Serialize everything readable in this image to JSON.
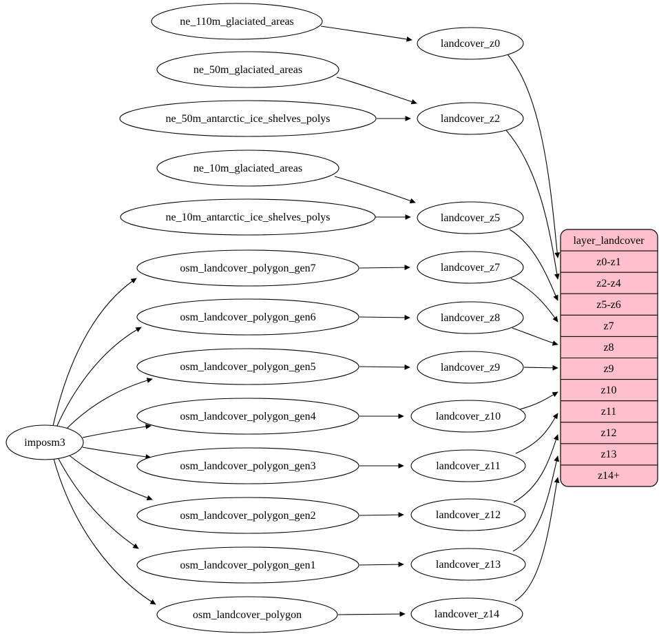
{
  "diagram": {
    "type": "dependency-graph",
    "colors": {
      "background": "#ffffff",
      "node_fill": "#ffffff",
      "node_stroke": "#000000",
      "edge_color": "#000000",
      "table_fill": "#ffc0cb"
    },
    "importer": {
      "label": "imposm3"
    },
    "sources": [
      "ne_110m_glaciated_areas",
      "ne_50m_glaciated_areas",
      "ne_50m_antarctic_ice_shelves_polys",
      "ne_10m_glaciated_areas",
      "ne_10m_antarctic_ice_shelves_polys",
      "osm_landcover_polygon_gen7",
      "osm_landcover_polygon_gen6",
      "osm_landcover_polygon_gen5",
      "osm_landcover_polygon_gen4",
      "osm_landcover_polygon_gen3",
      "osm_landcover_polygon_gen2",
      "osm_landcover_polygon_gen1",
      "osm_landcover_polygon"
    ],
    "views": [
      "landcover_z0",
      "landcover_z2",
      "landcover_z5",
      "landcover_z7",
      "landcover_z8",
      "landcover_z9",
      "landcover_z10",
      "landcover_z11",
      "landcover_z12",
      "landcover_z13",
      "landcover_z14"
    ],
    "table": {
      "header": "layer_landcover",
      "rows": [
        "z0-z1",
        "z2-z4",
        "z5-z6",
        "z7",
        "z8",
        "z9",
        "z10",
        "z11",
        "z12",
        "z13",
        "z14+"
      ]
    },
    "edges": [
      {
        "from": "ne_110m_glaciated_areas",
        "to": "landcover_z0"
      },
      {
        "from": "ne_50m_glaciated_areas",
        "to": "landcover_z2"
      },
      {
        "from": "ne_50m_antarctic_ice_shelves_polys",
        "to": "landcover_z2"
      },
      {
        "from": "ne_10m_glaciated_areas",
        "to": "landcover_z5"
      },
      {
        "from": "ne_10m_antarctic_ice_shelves_polys",
        "to": "landcover_z5"
      },
      {
        "from": "imposm3",
        "to": "osm_landcover_polygon_gen7"
      },
      {
        "from": "imposm3",
        "to": "osm_landcover_polygon_gen6"
      },
      {
        "from": "imposm3",
        "to": "osm_landcover_polygon_gen5"
      },
      {
        "from": "imposm3",
        "to": "osm_landcover_polygon_gen4"
      },
      {
        "from": "imposm3",
        "to": "osm_landcover_polygon_gen3"
      },
      {
        "from": "imposm3",
        "to": "osm_landcover_polygon_gen2"
      },
      {
        "from": "imposm3",
        "to": "osm_landcover_polygon_gen1"
      },
      {
        "from": "imposm3",
        "to": "osm_landcover_polygon"
      },
      {
        "from": "osm_landcover_polygon_gen7",
        "to": "landcover_z7"
      },
      {
        "from": "osm_landcover_polygon_gen6",
        "to": "landcover_z8"
      },
      {
        "from": "osm_landcover_polygon_gen5",
        "to": "landcover_z9"
      },
      {
        "from": "osm_landcover_polygon_gen4",
        "to": "landcover_z10"
      },
      {
        "from": "osm_landcover_polygon_gen3",
        "to": "landcover_z11"
      },
      {
        "from": "osm_landcover_polygon_gen2",
        "to": "landcover_z12"
      },
      {
        "from": "osm_landcover_polygon_gen1",
        "to": "landcover_z13"
      },
      {
        "from": "osm_landcover_polygon",
        "to": "landcover_z14"
      },
      {
        "from": "landcover_z0",
        "to": "layer_landcover.z0-z1"
      },
      {
        "from": "landcover_z2",
        "to": "layer_landcover.z2-z4"
      },
      {
        "from": "landcover_z5",
        "to": "layer_landcover.z5-z6"
      },
      {
        "from": "landcover_z7",
        "to": "layer_landcover.z7"
      },
      {
        "from": "landcover_z8",
        "to": "layer_landcover.z8"
      },
      {
        "from": "landcover_z9",
        "to": "layer_landcover.z9"
      },
      {
        "from": "landcover_z10",
        "to": "layer_landcover.z10"
      },
      {
        "from": "landcover_z11",
        "to": "layer_landcover.z11"
      },
      {
        "from": "landcover_z12",
        "to": "layer_landcover.z12"
      },
      {
        "from": "landcover_z13",
        "to": "layer_landcover.z13"
      },
      {
        "from": "landcover_z14",
        "to": "layer_landcover.z14+"
      }
    ]
  }
}
